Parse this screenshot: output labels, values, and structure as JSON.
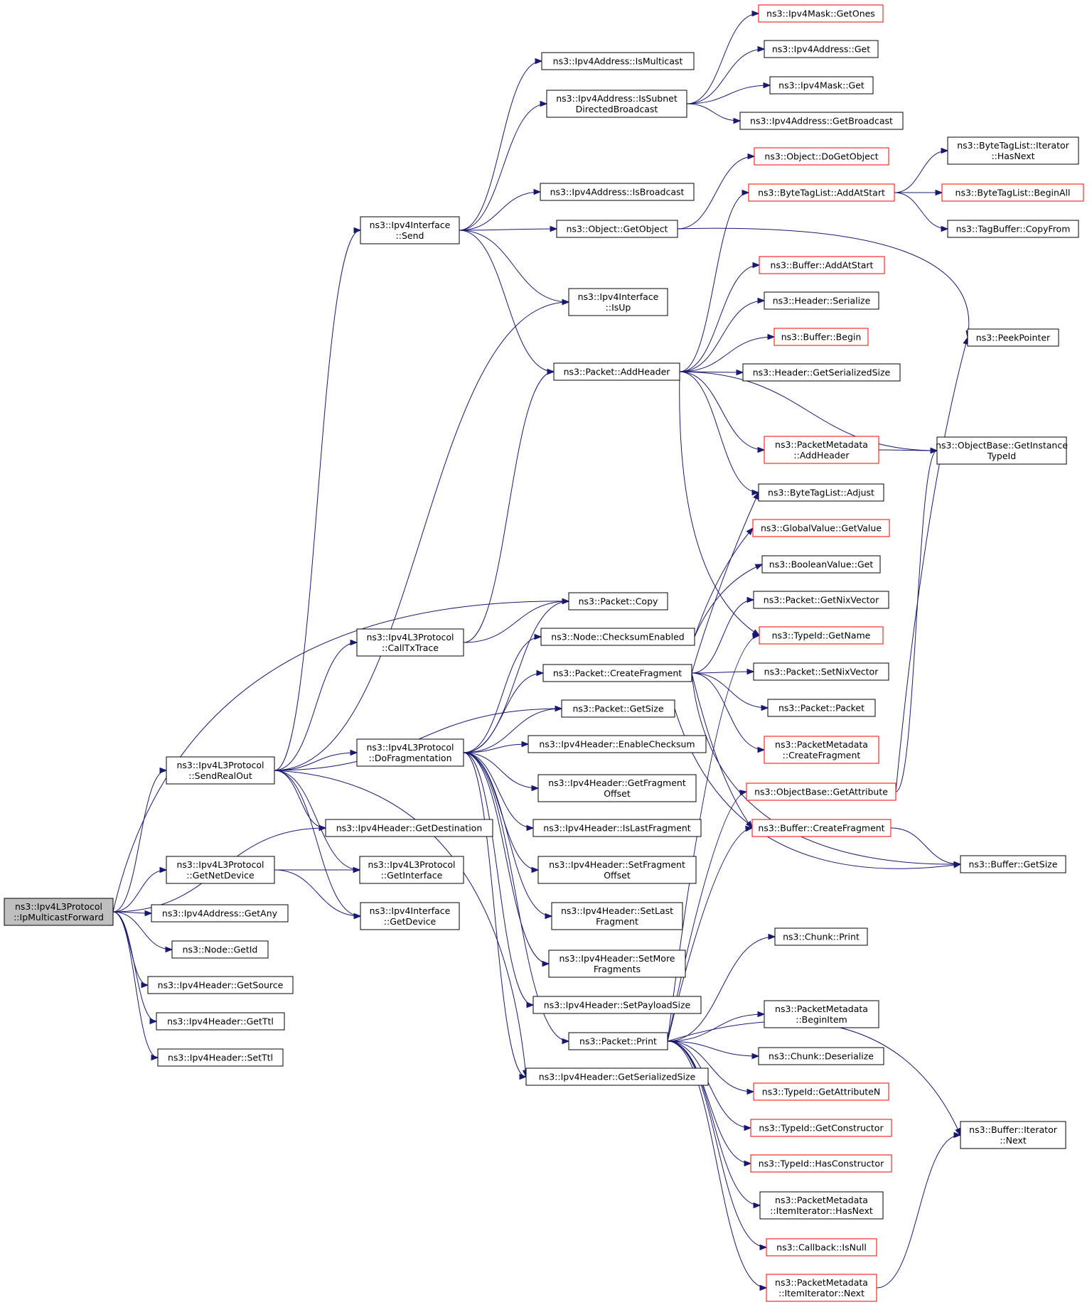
{
  "colors": {
    "edge": "#191970",
    "box_border": "#000000",
    "box_border_truncated": "#ff0000",
    "root_fill": "#bfbfbf",
    "box_fill": "#ffffff"
  },
  "nodes": [
    {
      "id": "root",
      "lines": [
        "ns3::Ipv4L3Protocol",
        "::IpMulticastForward"
      ],
      "style": "root"
    },
    {
      "id": "ipv4if_send",
      "lines": [
        "ns3::Ipv4Interface",
        "::Send"
      ],
      "style": "normal"
    },
    {
      "id": "sendrealout",
      "lines": [
        "ns3::Ipv4L3Protocol",
        "::SendRealOut"
      ],
      "style": "normal"
    },
    {
      "id": "getnetdevice",
      "lines": [
        "ns3::Ipv4L3Protocol",
        "::GetNetDevice"
      ],
      "style": "normal"
    },
    {
      "id": "addr_getany",
      "lines": [
        "ns3::Ipv4Address::GetAny"
      ],
      "style": "normal"
    },
    {
      "id": "node_getid",
      "lines": [
        "ns3::Node::GetId"
      ],
      "style": "normal"
    },
    {
      "id": "hdr_getsource",
      "lines": [
        "ns3::Ipv4Header::GetSource"
      ],
      "style": "normal"
    },
    {
      "id": "hdr_getttl",
      "lines": [
        "ns3::Ipv4Header::GetTtl"
      ],
      "style": "normal"
    },
    {
      "id": "hdr_setttl",
      "lines": [
        "ns3::Ipv4Header::SetTtl"
      ],
      "style": "normal"
    },
    {
      "id": "calltxtrace",
      "lines": [
        "ns3::Ipv4L3Protocol",
        "::CallTxTrace"
      ],
      "style": "normal"
    },
    {
      "id": "dofrag",
      "lines": [
        "ns3::Ipv4L3Protocol",
        "::DoFragmentation"
      ],
      "style": "normal"
    },
    {
      "id": "hdr_getdest",
      "lines": [
        "ns3::Ipv4Header::GetDestination"
      ],
      "style": "normal"
    },
    {
      "id": "getinterface",
      "lines": [
        "ns3::Ipv4L3Protocol",
        "::GetInterface"
      ],
      "style": "normal"
    },
    {
      "id": "if_getdevice",
      "lines": [
        "ns3::Ipv4Interface",
        "::GetDevice"
      ],
      "style": "normal"
    },
    {
      "id": "addr_ismulticast",
      "lines": [
        "ns3::Ipv4Address::IsMulticast"
      ],
      "style": "normal"
    },
    {
      "id": "addr_issubnet",
      "lines": [
        "ns3::Ipv4Address::IsSubnet",
        "DirectedBroadcast"
      ],
      "style": "normal"
    },
    {
      "id": "addr_isbroadcast",
      "lines": [
        "ns3::Ipv4Address::IsBroadcast"
      ],
      "style": "normal"
    },
    {
      "id": "obj_getobject",
      "lines": [
        "ns3::Object::GetObject"
      ],
      "style": "normal"
    },
    {
      "id": "if_isup",
      "lines": [
        "ns3::Ipv4Interface",
        "::IsUp"
      ],
      "style": "normal"
    },
    {
      "id": "pkt_addheader",
      "lines": [
        "ns3::Packet::AddHeader"
      ],
      "style": "normal"
    },
    {
      "id": "pkt_copy",
      "lines": [
        "ns3::Packet::Copy"
      ],
      "style": "normal"
    },
    {
      "id": "node_checksum",
      "lines": [
        "ns3::Node::ChecksumEnabled"
      ],
      "style": "normal"
    },
    {
      "id": "pkt_createfrag",
      "lines": [
        "ns3::Packet::CreateFragment"
      ],
      "style": "normal"
    },
    {
      "id": "pkt_getsize",
      "lines": [
        "ns3::Packet::GetSize"
      ],
      "style": "normal"
    },
    {
      "id": "hdr_enablecs",
      "lines": [
        "ns3::Ipv4Header::EnableChecksum"
      ],
      "style": "normal"
    },
    {
      "id": "hdr_getfragoff",
      "lines": [
        "ns3::Ipv4Header::GetFragment",
        "Offset"
      ],
      "style": "normal"
    },
    {
      "id": "hdr_islastfrag",
      "lines": [
        "ns3::Ipv4Header::IsLastFragment"
      ],
      "style": "normal"
    },
    {
      "id": "hdr_setfragoff",
      "lines": [
        "ns3::Ipv4Header::SetFragment",
        "Offset"
      ],
      "style": "normal"
    },
    {
      "id": "hdr_setlastfrag",
      "lines": [
        "ns3::Ipv4Header::SetLast",
        "Fragment"
      ],
      "style": "normal"
    },
    {
      "id": "hdr_setmorefrag",
      "lines": [
        "ns3::Ipv4Header::SetMore",
        "Fragments"
      ],
      "style": "normal"
    },
    {
      "id": "hdr_setpayload",
      "lines": [
        "ns3::Ipv4Header::SetPayloadSize"
      ],
      "style": "normal"
    },
    {
      "id": "pkt_print",
      "lines": [
        "ns3::Packet::Print"
      ],
      "style": "normal"
    },
    {
      "id": "hdr_getsersize",
      "lines": [
        "ns3::Ipv4Header::GetSerializedSize"
      ],
      "style": "normal"
    },
    {
      "id": "mask_getones",
      "lines": [
        "ns3::Ipv4Mask::GetOnes"
      ],
      "style": "truncated"
    },
    {
      "id": "addr_get",
      "lines": [
        "ns3::Ipv4Address::Get"
      ],
      "style": "normal"
    },
    {
      "id": "mask_get",
      "lines": [
        "ns3::Ipv4Mask::Get"
      ],
      "style": "normal"
    },
    {
      "id": "addr_getbcast",
      "lines": [
        "ns3::Ipv4Address::GetBroadcast"
      ],
      "style": "normal"
    },
    {
      "id": "obj_dogetobject",
      "lines": [
        "ns3::Object::DoGetObject"
      ],
      "style": "truncated"
    },
    {
      "id": "btl_addatstart",
      "lines": [
        "ns3::ByteTagList::AddAtStart"
      ],
      "style": "truncated"
    },
    {
      "id": "buf_addatstart",
      "lines": [
        "ns3::Buffer::AddAtStart"
      ],
      "style": "truncated"
    },
    {
      "id": "hdr_serialize",
      "lines": [
        "ns3::Header::Serialize"
      ],
      "style": "normal"
    },
    {
      "id": "buf_begin",
      "lines": [
        "ns3::Buffer::Begin"
      ],
      "style": "truncated"
    },
    {
      "id": "hdr_getsersize2",
      "lines": [
        "ns3::Header::GetSerializedSize"
      ],
      "style": "normal"
    },
    {
      "id": "pm_addheader",
      "lines": [
        "ns3::PacketMetadata",
        "::AddHeader"
      ],
      "style": "truncated"
    },
    {
      "id": "btl_adjust",
      "lines": [
        "ns3::ByteTagList::Adjust"
      ],
      "style": "normal"
    },
    {
      "id": "gv_getvalue",
      "lines": [
        "ns3::GlobalValue::GetValue"
      ],
      "style": "truncated"
    },
    {
      "id": "bv_get",
      "lines": [
        "ns3::BooleanValue::Get"
      ],
      "style": "normal"
    },
    {
      "id": "pkt_getnix",
      "lines": [
        "ns3::Packet::GetNixVector"
      ],
      "style": "normal"
    },
    {
      "id": "tid_getname",
      "lines": [
        "ns3::TypeId::GetName"
      ],
      "style": "truncated"
    },
    {
      "id": "pkt_setnix",
      "lines": [
        "ns3::Packet::SetNixVector"
      ],
      "style": "normal"
    },
    {
      "id": "pkt_packet",
      "lines": [
        "ns3::Packet::Packet"
      ],
      "style": "normal"
    },
    {
      "id": "pm_createfrag",
      "lines": [
        "ns3::PacketMetadata",
        "::CreateFragment"
      ],
      "style": "truncated"
    },
    {
      "id": "ob_getattr",
      "lines": [
        "ns3::ObjectBase::GetAttribute"
      ],
      "style": "truncated"
    },
    {
      "id": "buf_createfrag",
      "lines": [
        "ns3::Buffer::CreateFragment"
      ],
      "style": "truncated"
    },
    {
      "id": "chunk_print",
      "lines": [
        "ns3::Chunk::Print"
      ],
      "style": "normal"
    },
    {
      "id": "pm_beginitem",
      "lines": [
        "ns3::PacketMetadata",
        "::BeginItem"
      ],
      "style": "normal"
    },
    {
      "id": "chunk_deser",
      "lines": [
        "ns3::Chunk::Deserialize"
      ],
      "style": "normal"
    },
    {
      "id": "tid_getattrn",
      "lines": [
        "ns3::TypeId::GetAttributeN"
      ],
      "style": "truncated"
    },
    {
      "id": "tid_getctor",
      "lines": [
        "ns3::TypeId::GetConstructor"
      ],
      "style": "truncated"
    },
    {
      "id": "tid_hasctor",
      "lines": [
        "ns3::TypeId::HasConstructor"
      ],
      "style": "truncated"
    },
    {
      "id": "pm_ithasnext",
      "lines": [
        "ns3::PacketMetadata",
        "::ItemIterator::HasNext"
      ],
      "style": "normal"
    },
    {
      "id": "cb_isnull",
      "lines": [
        "ns3::Callback::IsNull"
      ],
      "style": "truncated"
    },
    {
      "id": "pm_itnext",
      "lines": [
        "ns3::PacketMetadata",
        "::ItemIterator::Next"
      ],
      "style": "truncated"
    },
    {
      "id": "btl_hasnext",
      "lines": [
        "ns3::ByteTagList::Iterator",
        "::HasNext"
      ],
      "style": "normal"
    },
    {
      "id": "btl_beginall",
      "lines": [
        "ns3::ByteTagList::BeginAll"
      ],
      "style": "truncated"
    },
    {
      "id": "tb_copyfrom",
      "lines": [
        "ns3::TagBuffer::CopyFrom"
      ],
      "style": "normal"
    },
    {
      "id": "peekpointer",
      "lines": [
        "ns3::PeekPointer"
      ],
      "style": "normal"
    },
    {
      "id": "ob_getinsttid",
      "lines": [
        "ns3::ObjectBase::GetInstance",
        "TypeId"
      ],
      "style": "normal"
    },
    {
      "id": "buf_getsize",
      "lines": [
        "ns3::Buffer::GetSize"
      ],
      "style": "normal"
    },
    {
      "id": "buf_itnext",
      "lines": [
        "ns3::Buffer::Iterator",
        "::Next"
      ],
      "style": "normal"
    }
  ]
}
